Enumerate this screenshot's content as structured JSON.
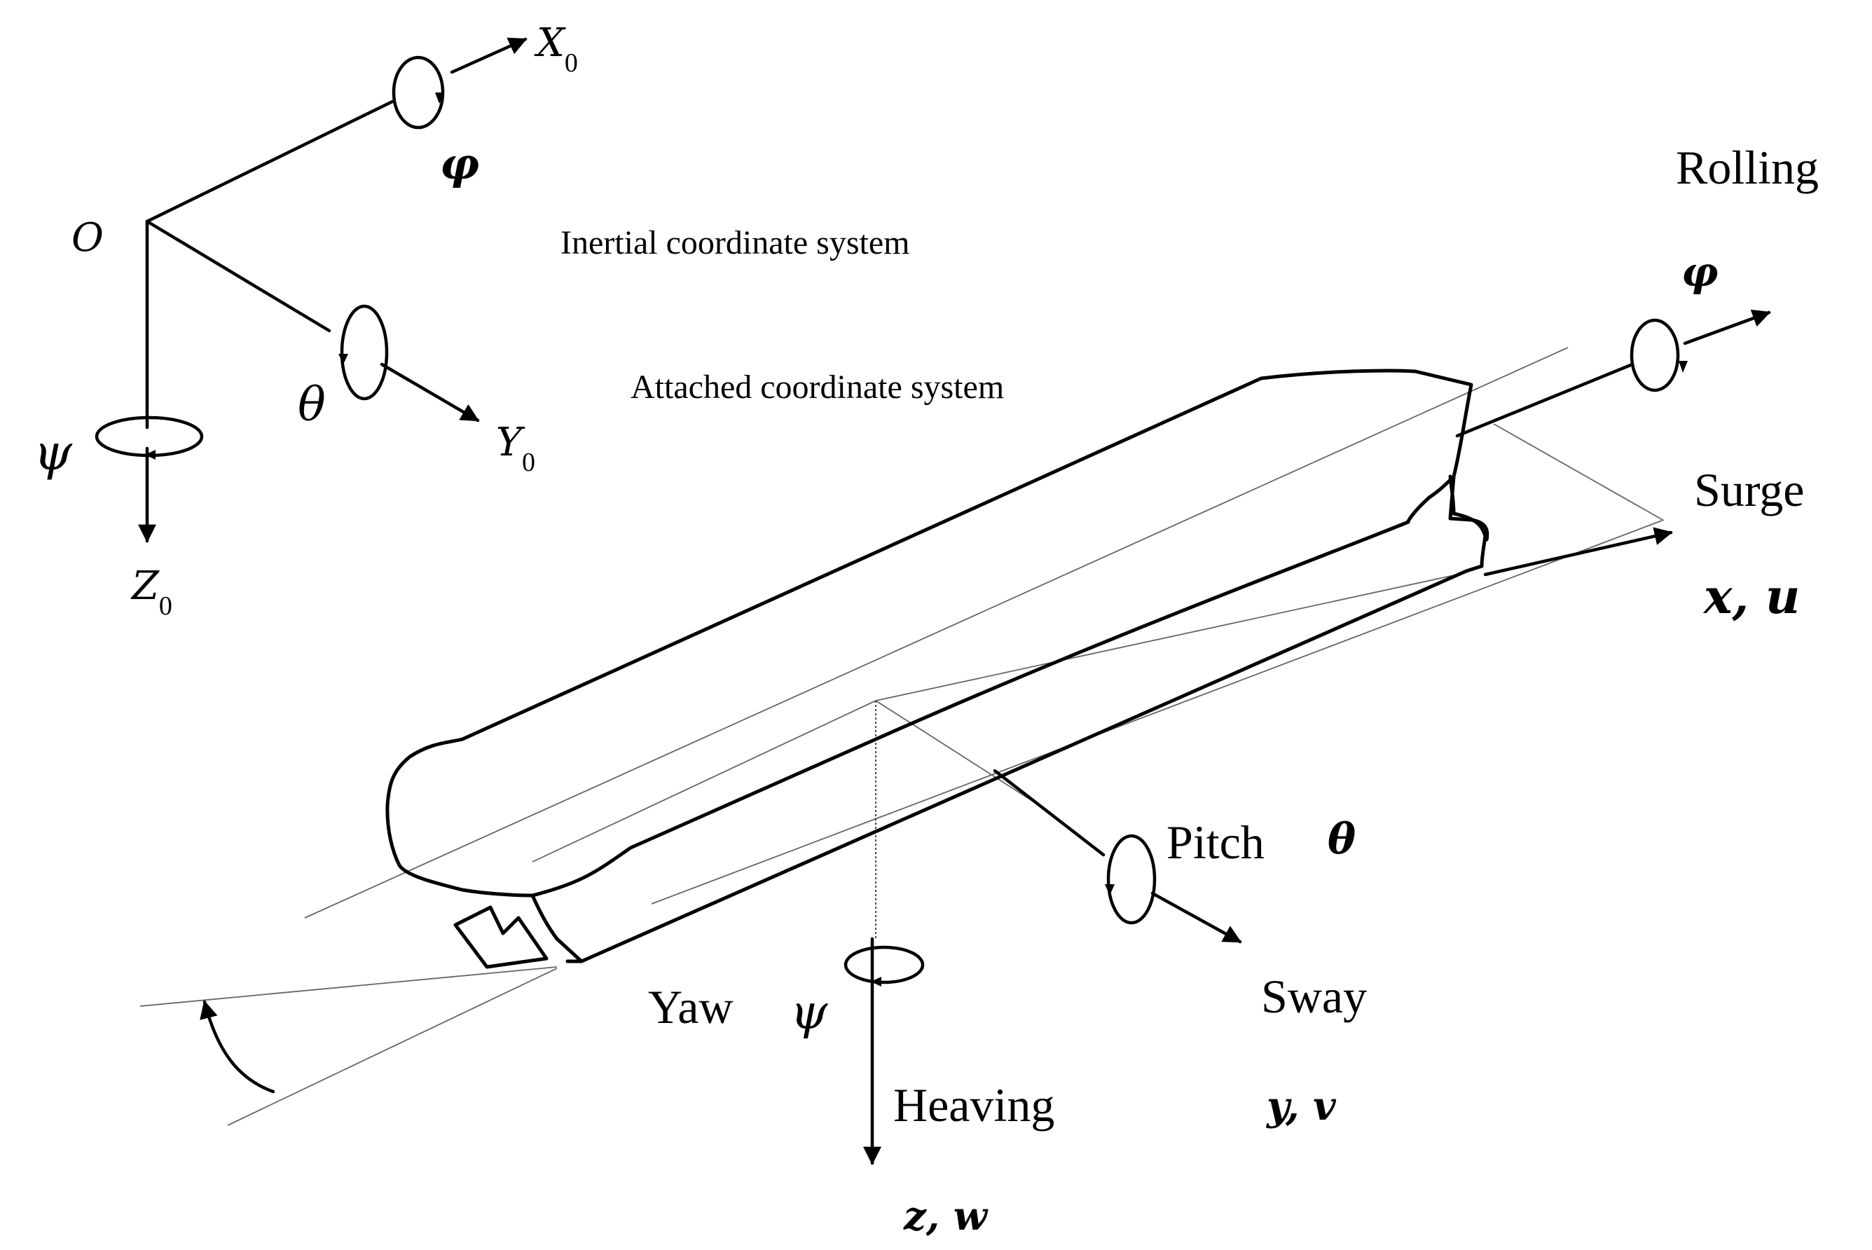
{
  "inertial": {
    "origin": "O",
    "x_axis": "X",
    "y_axis": "Y",
    "z_axis": "Z",
    "subscript": "0",
    "roll_symbol": "φ",
    "pitch_symbol": "θ",
    "yaw_symbol": "ψ",
    "caption": "Inertial coordinate system"
  },
  "attached": {
    "caption": "Attached coordinate system",
    "rolling_label": "Rolling",
    "roll_symbol": "φ",
    "surge_label": "Surge",
    "surge_vars": "x, u",
    "pitch_label": "Pitch",
    "pitch_symbol": "θ",
    "sway_label": "Sway",
    "sway_vars": "y, v",
    "yaw_label": "Yaw",
    "yaw_symbol": "ψ",
    "heaving_label": "Heaving",
    "heave_vars": "z, w"
  }
}
